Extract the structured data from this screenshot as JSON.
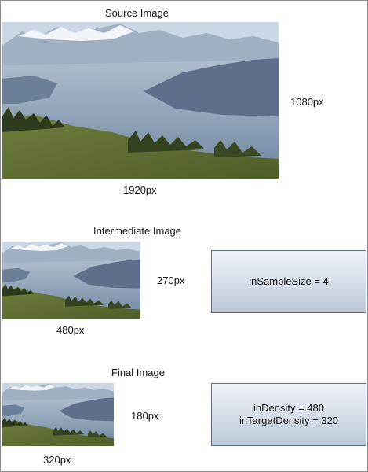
{
  "source": {
    "title": "Source Image",
    "width_label": "1920px",
    "height_label": "1080px"
  },
  "intermediate": {
    "title": "Intermediate Image",
    "width_label": "480px",
    "height_label": "270px",
    "param_box": {
      "line1": "inSampleSize = 4"
    }
  },
  "final": {
    "title": "Final Image",
    "width_label": "320px",
    "height_label": "180px",
    "param_box": {
      "line1": "inDensity = 480",
      "line2": "inTargetDensity = 320"
    }
  },
  "colors": {
    "box_border": "#5b6f86",
    "box_top": "#eef2f7",
    "box_bottom": "#bcc8d7",
    "frame_border": "#8c8c8c"
  }
}
